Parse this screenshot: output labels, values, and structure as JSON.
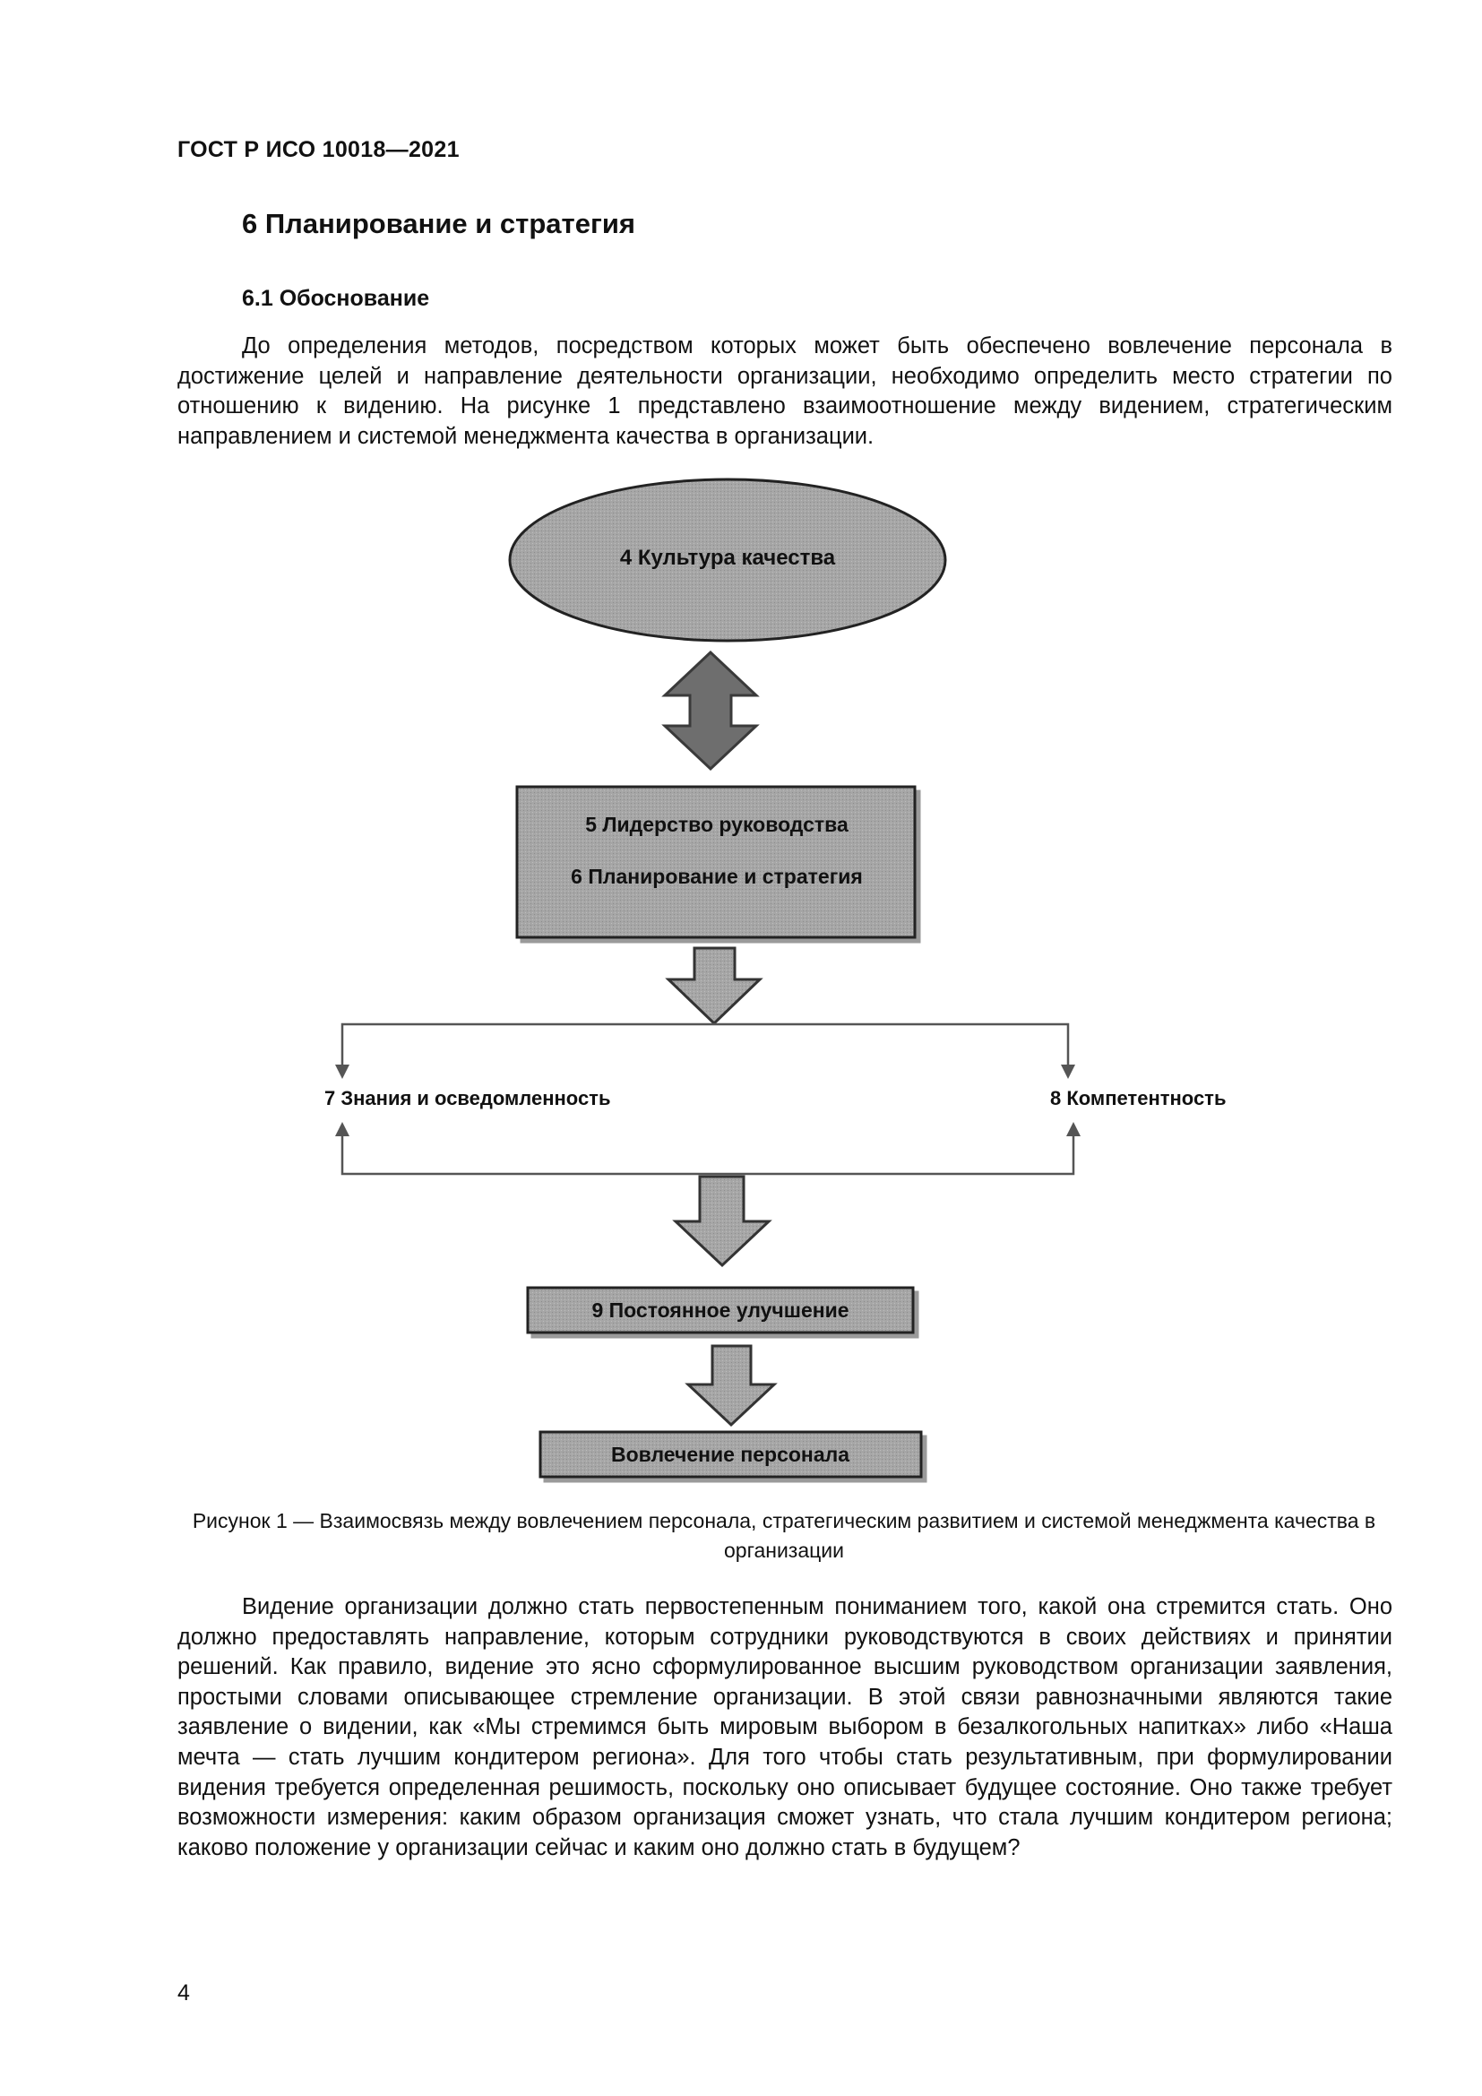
{
  "header": {
    "standard_code": "ГОСТ Р ИСО 10018—2021"
  },
  "section": {
    "title": "6 Планирование и стратегия"
  },
  "subsection": {
    "title": "6.1 Обоснование"
  },
  "paragraphs": {
    "p1": "До определения методов, посредством которых может быть обеспечено вовлечение персонала в достижение целей и направление деятельности организации, необходимо определить место стратегии по отношению к видению. На рисунке 1 представлено взаимоотношение между видением, стратегическим направлением и системой менеджмента качества в организации.",
    "p2": "Видение организации должно стать первостепенным пониманием того, какой она стремится стать. Оно должно предоставлять направление, которым сотрудники руководствуются в своих действиях и принятии решений. Как правило, видение это ясно сформулированное высшим руководством организации заявления, простыми словами описывающее стремление организации. В этой связи равнозначными являются такие заявление о видении, как «Мы стремимся быть мировым выбором в безалкогольных напитках» либо «Наша мечта — стать лучшим кондитером региона». Для того чтобы стать результативным, при формулировании видения требуется определенная решимость, поскольку оно описывает будущее состояние. Оно также требует возможности измерения: каким образом организация сможет узнать, что стала лучшим кондитером региона; каково положение у организации сейчас и каким оно должно стать в будущем?"
  },
  "figure": {
    "culture": "4 Культура качества",
    "leadership": "5 Лидерство руководства",
    "planning": "6 Планирование и стратегия",
    "knowledge": "7 Знания и осведомленность",
    "competence": "8 Компетентность",
    "improvement": "9 Постоянное улучшение",
    "engagement": "Вовлечение персонала",
    "caption": "Рисунок 1 — Взаимосвязь между вовлечением персонала, стратегическим развитием и системой менеджмента качества в организации"
  },
  "footer": {
    "page_number": "4"
  }
}
